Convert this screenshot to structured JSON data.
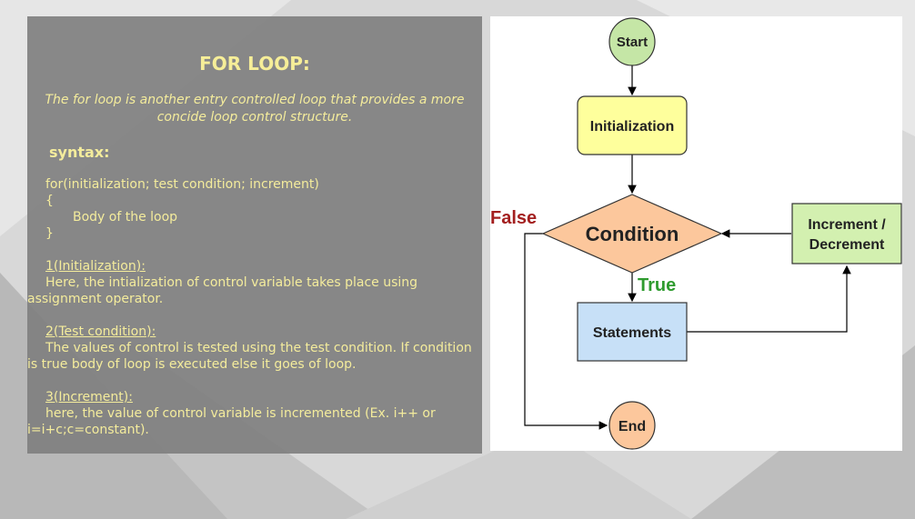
{
  "slide": {
    "title": "FOR LOOP:",
    "intro": "The for loop is another entry controlled loop that provides a more concide loop control structure.",
    "syntax_label": "syntax:",
    "code_lines": [
      "for(initialization; test condition; increment)",
      "{",
      "Body of the loop",
      "}"
    ],
    "sections": [
      {
        "heading": "1(Initialization):",
        "body": "Here, the intialization of control variable takes place using assignment operator."
      },
      {
        "heading": "2(Test condition):",
        "body": "The values of control is tested using the test condition. If condition is true body of loop is executed else it goes of loop."
      },
      {
        "heading": "3(Increment):",
        "body": "here, the value of control variable is incremented (Ex. i++ or i=i+c;c=constant)."
      }
    ]
  },
  "flowchart": {
    "start": "Start",
    "init": "Initialization",
    "condition": "Condition",
    "true_label": "True",
    "false_label": "False",
    "statements": "Statements",
    "increment_line1": "Increment /",
    "increment_line2": "Decrement",
    "end": "End",
    "colors": {
      "start_end_green": "#c5e6a6",
      "end_orange": "#fcc79c",
      "init_yellow": "#feff9c",
      "condition_orange": "#fcc79c",
      "statements_blue": "#c7e0f7",
      "increment_green": "#d3f0b0",
      "false_red": "#a31f1f",
      "true_green": "#2e9b2e"
    }
  }
}
